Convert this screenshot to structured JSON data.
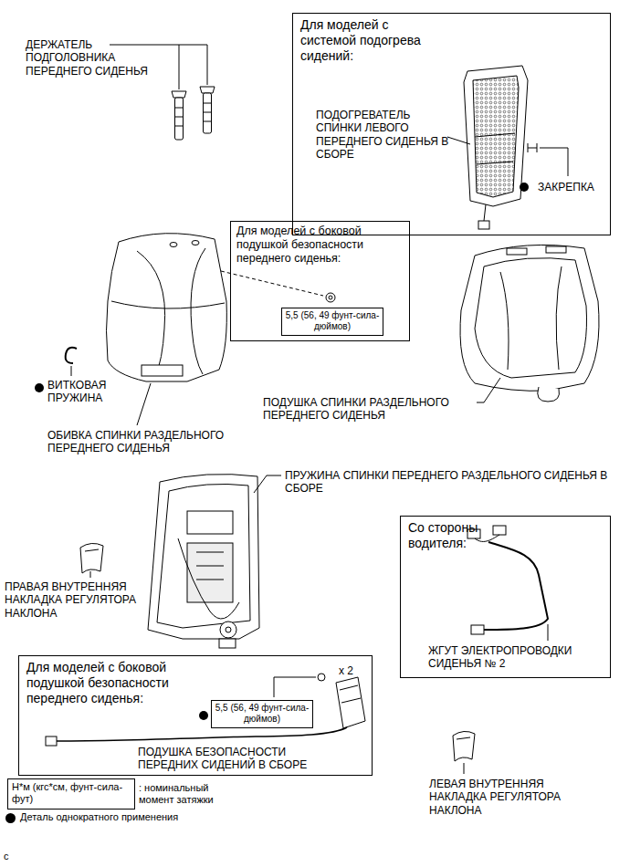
{
  "diagram": {
    "nodes": [
      {
        "text": [
          "Для моделей с системой подогрева сидений:",
          "ПОДОГРЕВАТЕЛЬ СПИНКИ ЛЕВОГО ПЕРЕДНЕГО СИДЕНЬЯ В СБОРЕ",
          "ЗАКРЕПКА"
        ]
      },
      {
        "text": [
          "Для моделей с боковой подушкой безопасности переднего сиденья:"
        ]
      },
      {
        "text": [
          "5,5 (56, 49 фунт-сила-дюймов)"
        ],
        "in": 1
      },
      {
        "text": [
          "Со стороны водителя:",
          "ЖГУТ ЭЛЕКТРОПРОВОДКИ СИДЕНЬЯ № 2"
        ]
      },
      {
        "text": [
          "Для моделей с боковой подушкой безопасности переднего сиденья:",
          "x 2",
          "ПОДУШКА БЕЗОПАСНОСТИ ПЕРЕДНИХ СИДЕНИЙ В СБОРЕ"
        ]
      },
      {
        "text": [
          "5,5 (56, 49 фунт-сила-дюймов)"
        ],
        "in": 4
      },
      {
        "text": [
          "Н*м (кгс*см, фунт-сила-фут)"
        ]
      }
    ],
    "labels": [
      "ДЕРЖАТЕЛЬ ПОДГОЛОВНИКА ПЕРЕДНЕГО СИДЕНЬЯ",
      "ВИТКОВАЯ ПРУЖИНА",
      "ОБИВКА СПИНКИ РАЗДЕЛЬНОГО ПЕРЕДНЕГО СИДЕНЬЯ",
      "ПОДУШКА СПИНКИ РАЗДЕЛЬНОГО ПЕРЕДНЕГО СИДЕНЬЯ",
      "ПРУЖИНА СПИНКИ ПЕРЕДНЕГО РАЗДЕЛЬНОГО СИДЕНЬЯ В СБОРЕ",
      "ПРАВАЯ ВНУТРЕННЯЯ НАКЛАДКА РЕГУЛЯТОРА НАКЛОНА",
      "ЛЕВАЯ ВНУТРЕННЯЯ НАКЛАДКА РЕГУЛЯТОРА НАКЛОНА",
      "c"
    ],
    "legend": [
      {
        "text": ": номинальный момент затяжки"
      },
      {
        "text": "Деталь однократного применения",
        "color": "#000000"
      }
    ]
  }
}
